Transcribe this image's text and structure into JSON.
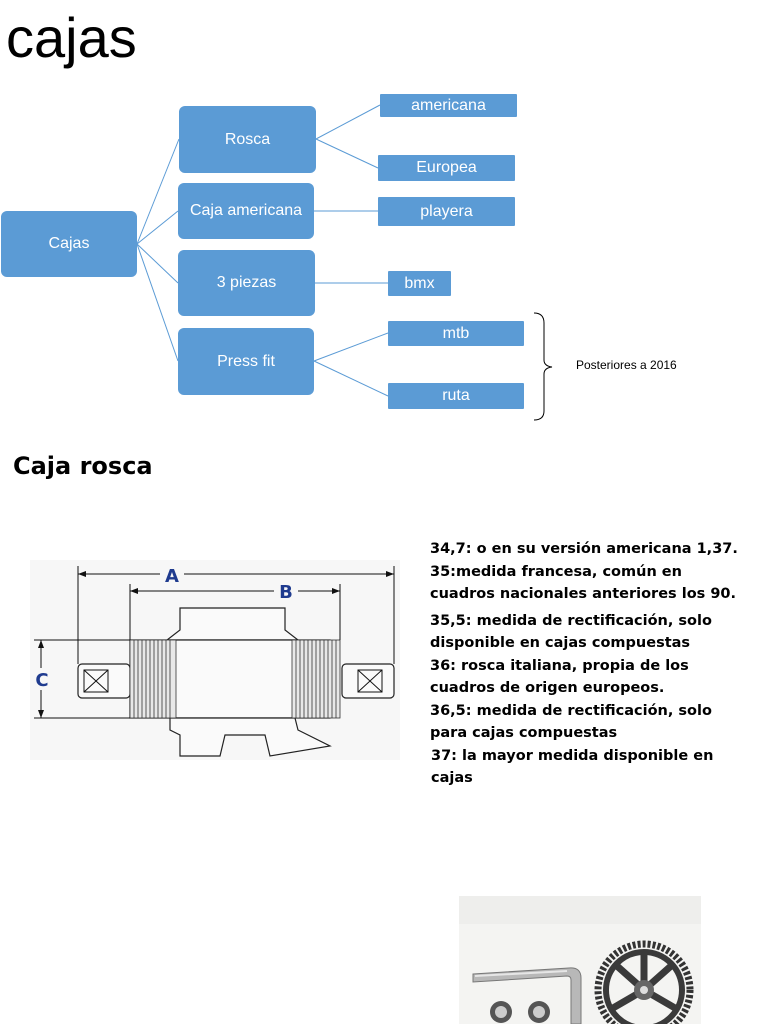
{
  "title": "cajas",
  "diagram": {
    "root": "Cajas",
    "branches": [
      "Rosca",
      "Caja americana",
      "3 piezas",
      "Press fit"
    ],
    "leaves": {
      "americana": "americana",
      "europea": "Europea",
      "playera": "playera",
      "bmx": "bmx",
      "mtb": "mtb",
      "ruta": "ruta"
    },
    "brace_note": "Posteriores a 2016"
  },
  "section": {
    "title": "Caja rosca"
  },
  "drawing": {
    "label_a": "A",
    "label_b": "B",
    "label_c": "C",
    "accent": "#1f3b8f"
  },
  "specs": [
    "34,7: o en su versión americana 1,37.",
    "35:medida francesa, común en\ncuadros nacionales anteriores los 90.",
    "35,5: medida de rectificación, solo\ndisponible en cajas compuestas",
    "36: rosca italiana, propia de los\ncuadros de origen europeos.",
    "36,5: medida de rectificación, solo\npara cajas compuestas",
    "37: la mayor medida disponible en cajas"
  ],
  "colors": {
    "node_fill": "#5b9bd5",
    "connector": "#5b9bd5"
  }
}
